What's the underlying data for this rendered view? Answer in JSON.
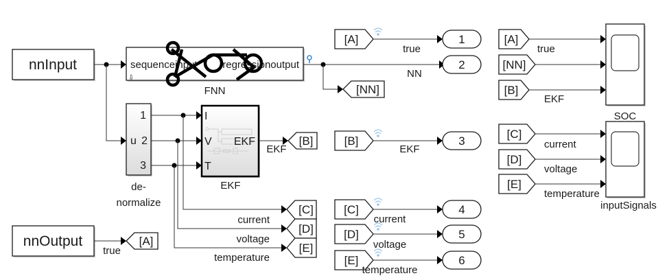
{
  "blocks": {
    "nnInput": {
      "label": "nnInput"
    },
    "nnOutput": {
      "label": "nnOutput"
    },
    "fnn": {
      "name": "FNN",
      "input_port": "sequenceinput",
      "output_port": "regressionoutput"
    },
    "demux": {
      "name_line1": "de-",
      "name_line2": "normalize",
      "input_port": "u",
      "outputs": [
        "1",
        "2",
        "3"
      ]
    },
    "ekf": {
      "name": "EKF",
      "inputs": [
        "I",
        "V",
        "T"
      ],
      "output": "EKF"
    },
    "scope_soc": {
      "name": "SOC"
    },
    "scope_inputs": {
      "name": "inputSignals"
    }
  },
  "gotos": {
    "A": "[A]",
    "NN": "[NN]",
    "B": "[B]",
    "C": "[C]",
    "D": "[D]",
    "E": "[E]"
  },
  "froms": {
    "mid": [
      "[A]",
      "[B]",
      "[C]",
      "[D]",
      "[E]"
    ],
    "soc": [
      "[A]",
      "[NN]",
      "[B]"
    ],
    "inputs": [
      "[C]",
      "[D]",
      "[E]"
    ]
  },
  "outports": [
    "1",
    "2",
    "3",
    "4",
    "5",
    "6"
  ],
  "signal_labels": {
    "true_out": "true",
    "nn_out": "NN",
    "ekf_goto": "EKF",
    "ekf_out": "EKF",
    "current_goto": "current",
    "voltage_goto": "voltage",
    "temperature_goto": "temperature",
    "current_out": "current",
    "voltage_out": "voltage",
    "temperature_out": "temperature",
    "nnoutput_true": "true",
    "soc_true": "true",
    "soc_ekf": "EKF",
    "in_current": "current",
    "in_voltage": "voltage",
    "in_temperature": "temperature"
  },
  "colors": {
    "wire": "#333333",
    "block_border": "#1a1a1a",
    "logging_icon": "#5b9bd5",
    "block_gradient_top": "#ffffff",
    "block_gradient_bottom": "#dcdcdc"
  }
}
